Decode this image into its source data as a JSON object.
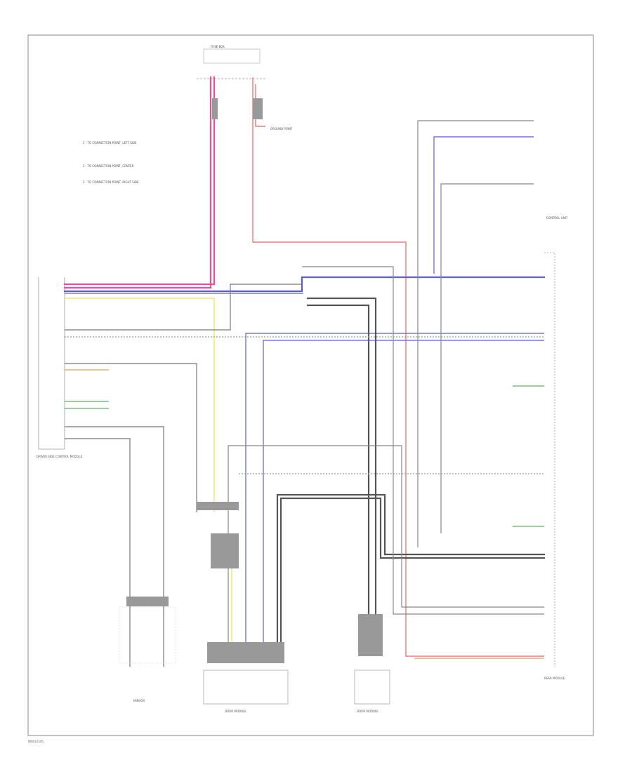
{
  "diagram": {
    "footer_id": "W0012345",
    "legend": [
      "1 - TO CONNECTION POINT, LEFT SIDE",
      "2 - TO CONNECTION POINT, CENTER",
      "3 - TO CONNECTION POINT, RIGHT SIDE"
    ],
    "components": {
      "fuse_box": "FUSE BOX",
      "ground_point": "GROUND POINT",
      "left_module": "DRIVER SIDE CONTROL MODULE",
      "mirror_left": "MIRROR",
      "door_module_left": "DOOR MODULE",
      "door_module_right": "DOOR MODULE",
      "right_control_unit": "CONTROL UNIT",
      "right_side_ref": "REAR MODULE"
    },
    "colors": {
      "pink": "#e8509a",
      "red": "#e86060",
      "blue": "#5a5ae6",
      "yellow": "#e6e64a",
      "black": "#555555",
      "grey": "#999999",
      "green": "#5ab85a",
      "orange": "#d9a050"
    }
  }
}
